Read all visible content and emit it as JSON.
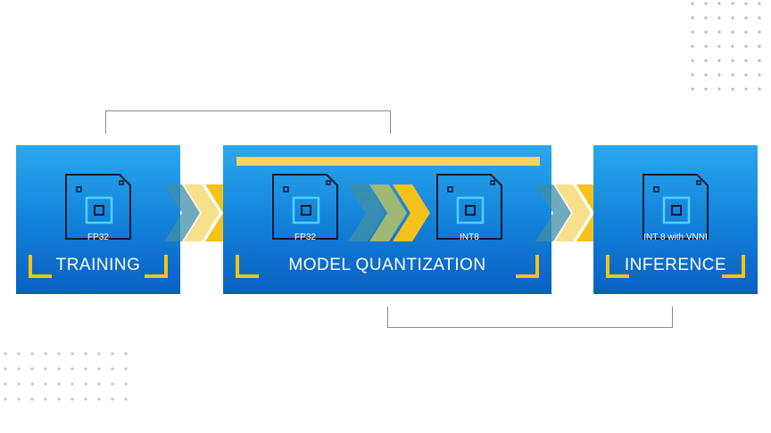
{
  "stages": [
    {
      "label": "TRAINING",
      "chips": [
        {
          "caption": "FP32"
        }
      ]
    },
    {
      "label": "MODEL QUANTIZATION",
      "chips": [
        {
          "caption": "FP32"
        },
        {
          "caption": "INT8"
        }
      ]
    },
    {
      "label": "INFERENCE",
      "chips": [
        {
          "caption": "INT 8 with VNNI"
        }
      ]
    }
  ],
  "colors": {
    "panel_top": "#2aa9ee",
    "panel_bottom": "#0a5fbf",
    "accent_yellow": "#f4c21a",
    "connector_gray": "#8a8a8a",
    "dot_gray": "#b8bcc4",
    "chevron_teal": "#3f8fa6"
  }
}
